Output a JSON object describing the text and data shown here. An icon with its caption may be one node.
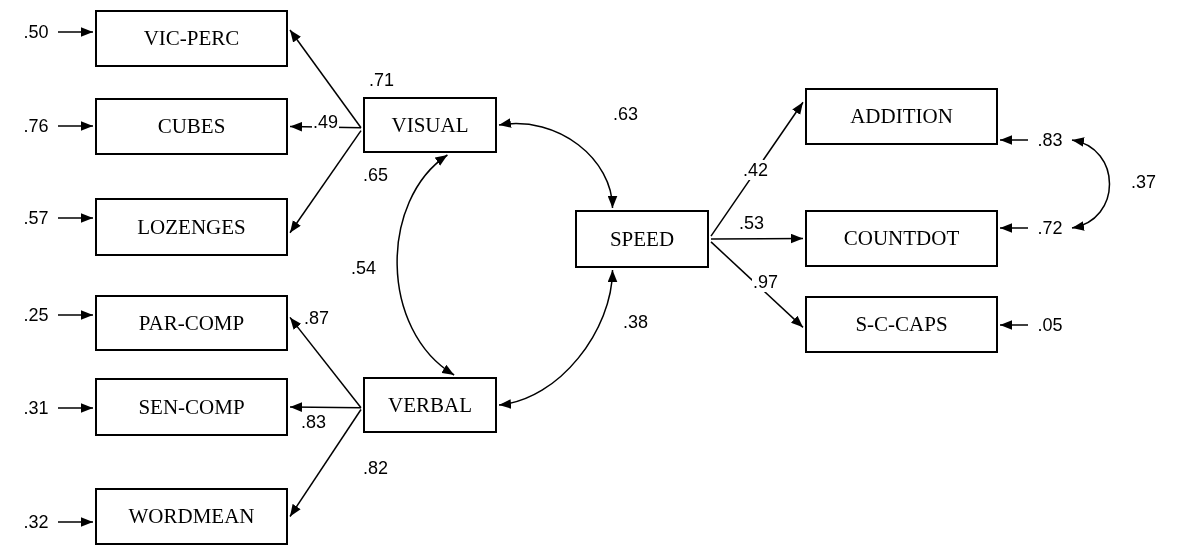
{
  "diagram": {
    "nodes": [
      {
        "text": [
          ".50"
        ]
      },
      {
        "text": [
          "VIC-PERC"
        ]
      },
      {
        "text": [
          ".76"
        ]
      },
      {
        "text": [
          "CUBES"
        ]
      },
      {
        "text": [
          "VISUAL"
        ]
      },
      {
        "text": [
          "ADDITION"
        ]
      },
      {
        "text": [
          ".83"
        ]
      },
      {
        "text": [
          ".57"
        ]
      },
      {
        "text": [
          "LOZENGES"
        ]
      },
      {
        "text": [
          "SPEED"
        ]
      },
      {
        "text": [
          "COUNTDOT"
        ]
      },
      {
        "text": [
          ".72"
        ]
      },
      {
        "text": [
          ".25"
        ]
      },
      {
        "text": [
          "PAR-COMP"
        ]
      },
      {
        "text": [
          "S-C-CAPS"
        ]
      },
      {
        "text": [
          ".05"
        ]
      },
      {
        "text": [
          ".31"
        ]
      },
      {
        "text": [
          "SEN-COMP"
        ]
      },
      {
        "text": [
          "VERBAL"
        ]
      },
      {
        "text": [
          ".32"
        ]
      },
      {
        "text": [
          "WORDMEAN"
        ]
      }
    ],
    "edges": [
      {
        "from": 4,
        "to": 1,
        "arrow": "to",
        "label": ".71"
      },
      {
        "from": 4,
        "to": 3,
        "arrow": "to",
        "label": ".49"
      },
      {
        "from": 4,
        "to": 8,
        "arrow": "to",
        "label": ".65"
      },
      {
        "from": 18,
        "to": 13,
        "arrow": "to",
        "label": ".87"
      },
      {
        "from": 18,
        "to": 17,
        "arrow": "to",
        "label": ".83"
      },
      {
        "from": 18,
        "to": 20,
        "arrow": "to",
        "label": ".82"
      },
      {
        "from": 4,
        "to": 9,
        "arrow": "both",
        "label": ".63"
      },
      {
        "from": 4,
        "to": 18,
        "arrow": "both",
        "label": ".54"
      },
      {
        "from": 18,
        "to": 9,
        "arrow": "both",
        "label": ".38"
      },
      {
        "from": 9,
        "to": 5,
        "arrow": "to",
        "label": ".42"
      },
      {
        "from": 9,
        "to": 10,
        "arrow": "to",
        "label": ".53"
      },
      {
        "from": 9,
        "to": 14,
        "arrow": "to",
        "label": ".97"
      },
      {
        "from": 0,
        "to": 1,
        "arrow": "to"
      },
      {
        "from": 2,
        "to": 3,
        "arrow": "to"
      },
      {
        "from": 7,
        "to": 8,
        "arrow": "to"
      },
      {
        "from": 12,
        "to": 13,
        "arrow": "to"
      },
      {
        "from": 16,
        "to": 17,
        "arrow": "to"
      },
      {
        "from": 19,
        "to": 20,
        "arrow": "to"
      },
      {
        "from": 6,
        "to": 5,
        "arrow": "to"
      },
      {
        "from": 11,
        "to": 10,
        "arrow": "to"
      },
      {
        "from": 15,
        "to": 14,
        "arrow": "to"
      },
      {
        "from": 6,
        "to": 11,
        "arrow": "both",
        "label": ".37"
      }
    ]
  }
}
